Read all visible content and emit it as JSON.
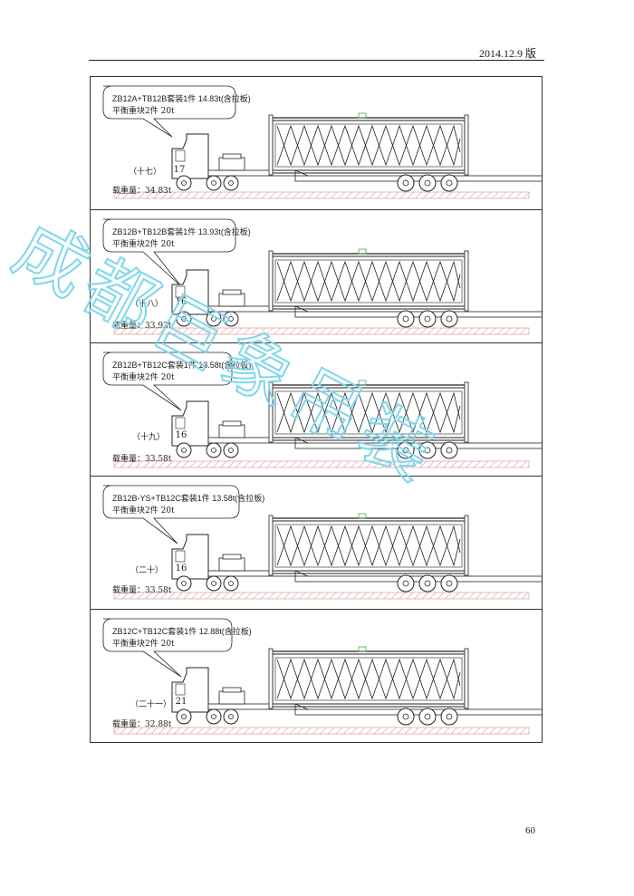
{
  "header": {
    "version": "2014.12.9 版"
  },
  "page": {
    "number": "60"
  },
  "colors": {
    "watermark": "#7fd6ea",
    "hatch": "#d98a8a",
    "crane_accent": "#4aa84a"
  },
  "watermark_text": "成都巨象吊装",
  "panels": [
    {
      "line1": "ZB12A+TB12B套装1件  14.83t(含拉板)",
      "line2": "平衡重块2件  20t",
      "seq": "（十七）",
      "truck_no": "17",
      "load": "载重量：34.83t"
    },
    {
      "line1": "ZB12B+TB12B套装1件  13.93t(含拉板)",
      "line2": "平衡重块2件  20t",
      "seq": "（十八）",
      "truck_no": "16",
      "load": "载重量：33.93t"
    },
    {
      "line1": "ZB12B+TB12C套装1件  13.58t(含拉板)",
      "line2": "平衡重块2件  20t",
      "seq": "（十九）",
      "truck_no": "16",
      "load": "载重量：33.58t"
    },
    {
      "line1": "ZB12B-YS+TB12C套装1件  13.58t(含拉板)",
      "line2": "平衡重块2件  20t",
      "seq": "（二十）",
      "truck_no": "16",
      "load": "载重量：33.58t"
    },
    {
      "line1": "ZB12C+TB12C套装1件  12.88t(含拉板)",
      "line2": "平衡重块2件  20t",
      "seq": "（二十一）",
      "truck_no": "21",
      "load": "载重量：32.88t"
    }
  ]
}
